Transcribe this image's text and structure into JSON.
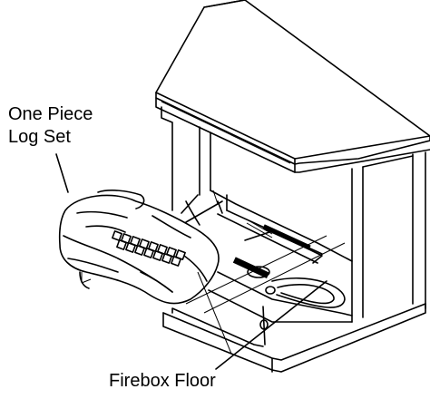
{
  "labels": {
    "log_set_line1": "One Piece",
    "log_set_line2": "Log Set",
    "firebox_floor": "Firebox Floor"
  }
}
